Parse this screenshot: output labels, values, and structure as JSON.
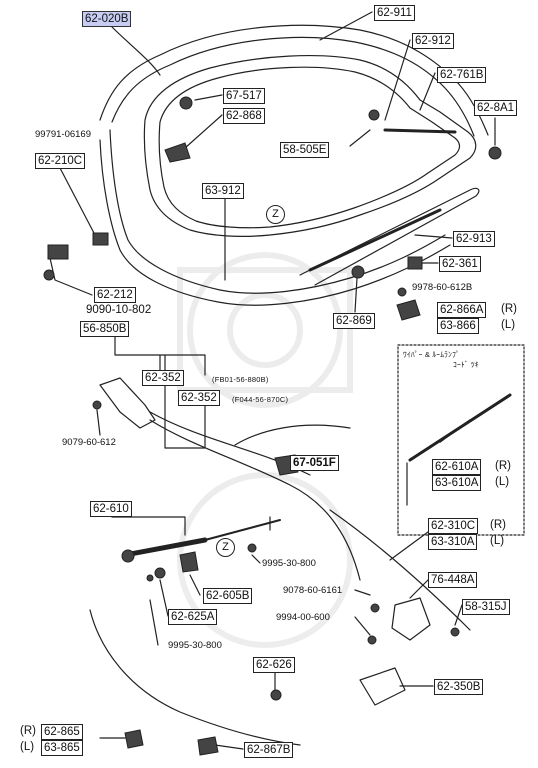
{
  "labels": {
    "l_62020B": "62-020B",
    "l_62911": "62-911",
    "l_62912": "62-912",
    "l_62761B": "62-761B",
    "l_628A1": "62-8A1",
    "l_67517": "67-517",
    "l_62868": "62-868",
    "l_58505E": "58-505E",
    "l_9979106169": "99791-06169",
    "l_62210C": "62-210C",
    "l_63912": "63-912",
    "l_Z1": "Z",
    "l_62913": "62-913",
    "l_62361": "62-361",
    "l_997860612B": "9978-60-612B",
    "l_62866A": "62-866A",
    "l_63866": "63-866",
    "l_62869": "62-869",
    "l_62212": "62-212",
    "l_909010802": "9090-10-802",
    "l_56850B": "56-850B",
    "l_wiper_note1": "ﾜｲﾊﾟｰ & ﾙｰﾑﾗﾝﾌﾟ",
    "l_wiper_note2": "ｺｰﾄﾞ ﾂｷ",
    "l_62352a": "62-352",
    "l_fb01": "(FB01-56-880B)",
    "l_62352b": "62-352",
    "l_f044": "(F044-56-870C)",
    "l_907960612": "9079-60-612",
    "l_67051F": "67-051F",
    "l_62610A": "62-610A",
    "l_63610A": "63-610A",
    "l_62610": "62-610",
    "l_Z2": "Z",
    "l_999530800a": "9995-30-800",
    "l_62310C": "62-310C",
    "l_63310A": "63-310A",
    "l_907860616": "9078-60-6161",
    "l_76448A": "76-448A",
    "l_62605B": "62-605B",
    "l_62625A": "62-625A",
    "l_999400600": "9994-00-600",
    "l_58315J": "58-315J",
    "l_999530800b": "9995-30-800",
    "l_62626": "62-626",
    "l_62350B": "62-350B",
    "l_62865": "62-865",
    "l_63865": "63-865",
    "l_62867B": "62-867B"
  },
  "qualifiers": {
    "q_R1": "(R)",
    "q_L1": "(L)",
    "q_R2": "(R)",
    "q_L2": "(L)",
    "q_R3": "(R)",
    "q_L3": "(L)",
    "q_R4": "(R)",
    "q_L4": "(L)"
  },
  "colors": {
    "highlight": "#c7cdf2",
    "line": "#222222"
  }
}
